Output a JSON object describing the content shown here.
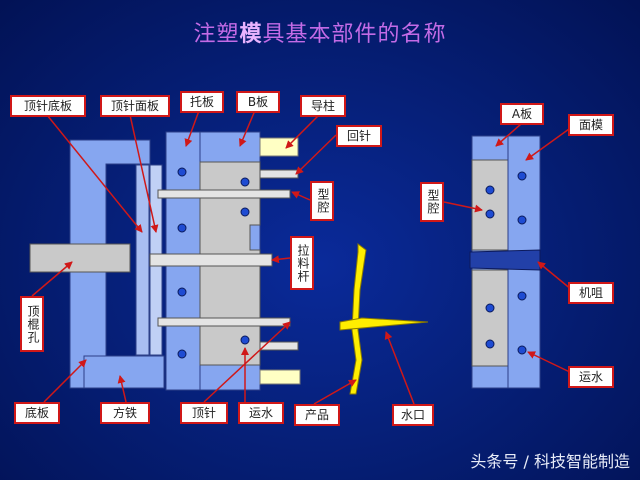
{
  "title": {
    "before": "注塑",
    "bold": "模",
    "after": "具基本部件的名称"
  },
  "labels": {
    "ejector_base_plate": "顶针底板",
    "ejector_retainer_plate": "顶针面板",
    "support_plate": "托板",
    "b_plate": "B板",
    "guide_pillar": "导柱",
    "return_pin": "回针",
    "core_cavity_b": "型腔",
    "sprue_puller": "拉料杆",
    "knockout_hole": "顶棍孔",
    "bottom_plate": "底板",
    "spacer_block": "方铁",
    "ejector_pin": "顶针",
    "cooling_water_b": "运水",
    "product": "产品",
    "gate": "水口",
    "a_plate": "A板",
    "top_clamp_plate": "面模",
    "cavity_a": "型腔",
    "sprue_bushing": "机咀",
    "cooling_water_a": "运水"
  },
  "watermark": "头条号 / 科技智能制造",
  "colors": {
    "background": "#06207a",
    "mold_plate": "#86a6f0",
    "mold_light": "#bfcdea",
    "cavity_gray": "#c9c9c9",
    "product": "#ffee00",
    "label_border": "#d01818",
    "arrow": "#d01818",
    "title": "#c36be6"
  }
}
